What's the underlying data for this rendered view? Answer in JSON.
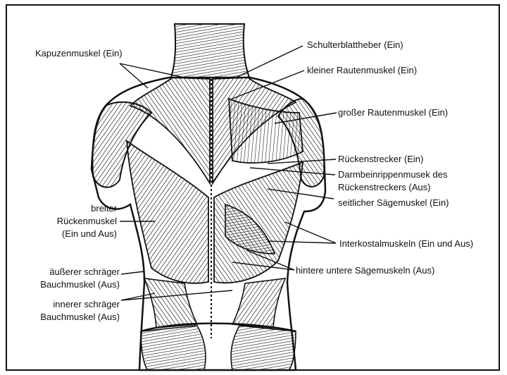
{
  "diagram": {
    "labels": {
      "kapuzenmuskel": "Kapuzenmuskel (Ein)",
      "schulterblattheber": "Schulterblattheber (Ein)",
      "kleiner_rautenmuskel": "kleiner Rautenmuskel (Ein)",
      "grosser_rautenmuskel": "großer Rautenmuskel (Ein)",
      "rueckenstrecker": "Rückenstrecker (Ein)",
      "darmbeinrippenmuskel_1": "Darmbeinrippenmusek des",
      "darmbeinrippenmuskel_2": "Rückenstreckers (Aus)",
      "seitlicher_saegemuskel": "seitlicher Sägemuskel (Ein)",
      "breiter_1": "breiter",
      "breiter_2": "Rückenmuskel",
      "breiter_3": "(Ein und Aus)",
      "interkostal": "Interkostalmuskeln (Ein und Aus)",
      "hintere_untere": "hintere untere Sägemuskeln (Aus)",
      "aeusserer_1": "äußerer schräger",
      "aeusserer_2": "Bauchmuskel (Aus)",
      "innerer_1": "innerer schräger",
      "innerer_2": "Bauchmuskel (Aus)"
    },
    "colors": {
      "ink": "#111111",
      "paper": "#ffffff"
    }
  }
}
